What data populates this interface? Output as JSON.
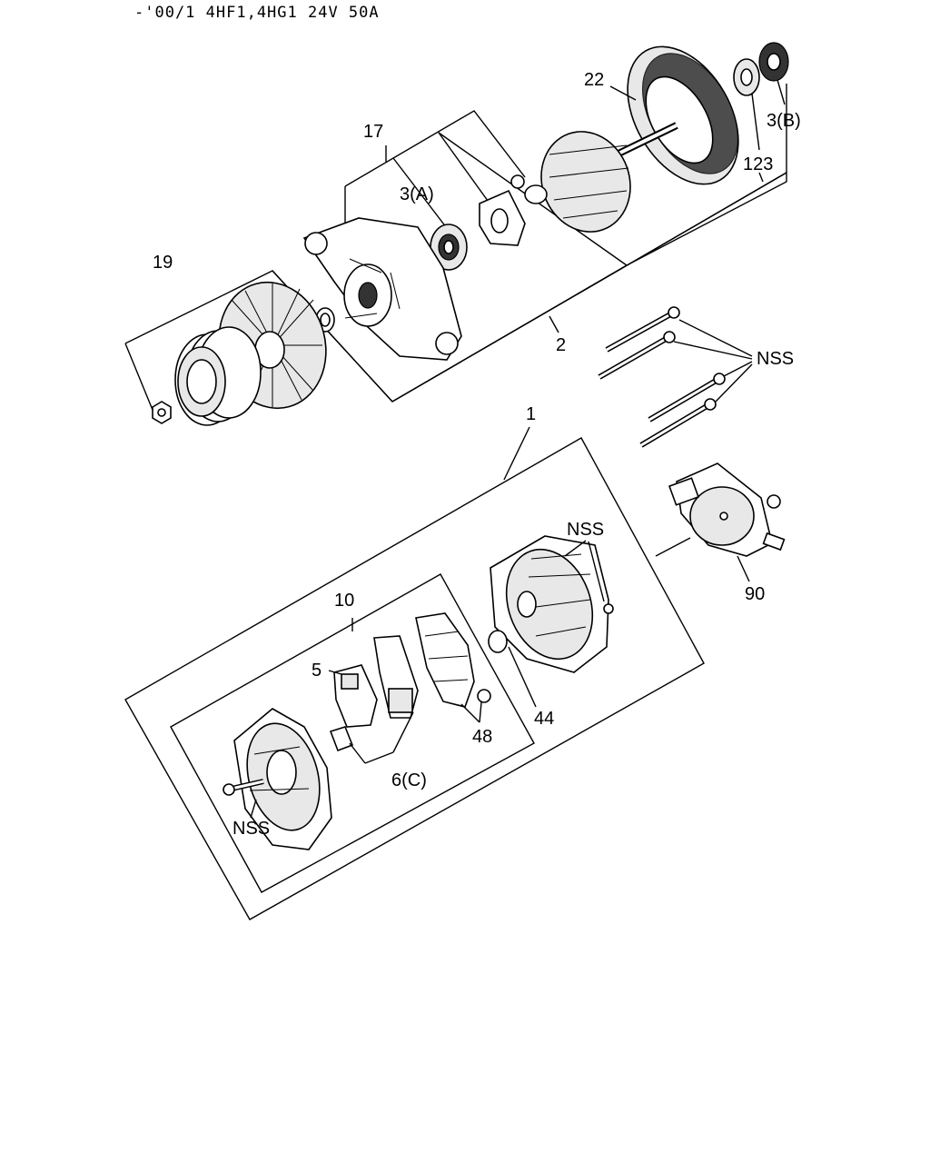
{
  "header": {
    "text": "-'00/1 4HF1,4HG1 24V 50A"
  },
  "callouts": {
    "c22": "22",
    "c3b": "3(B)",
    "c123": "123",
    "c17": "17",
    "c3a": "3(A)",
    "c19": "19",
    "c2": "2",
    "c_nss_bolts": "NSS",
    "c1": "1",
    "c_nss_cover": "NSS",
    "c90": "90",
    "c10": "10",
    "c5": "5",
    "c44": "44",
    "c48": "48",
    "c6c": "6(C)",
    "c_nss_plate": "NSS"
  }
}
